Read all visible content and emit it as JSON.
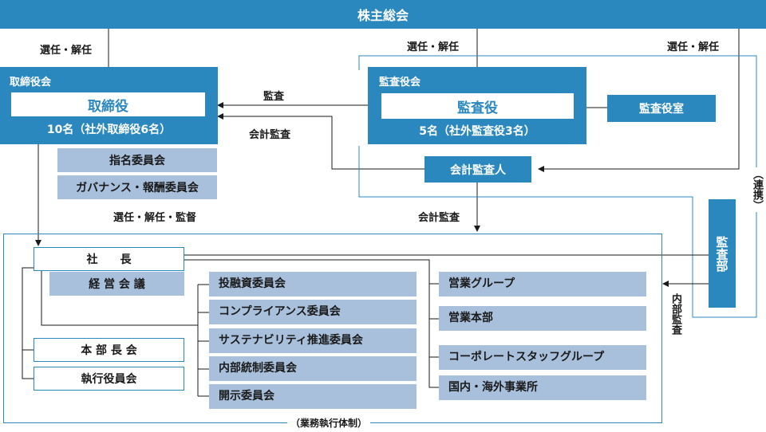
{
  "shareholders": "株主総会",
  "board": {
    "group_label": "取締役会",
    "title": "取締役",
    "count": "10名（社外取締役6名）",
    "committees": [
      "指名委員会",
      "ガバナンス・報酬委員会"
    ]
  },
  "auditors": {
    "group_label": "監査役会",
    "title": "監査役",
    "count": "5名（社外監査役3名）",
    "office": "監査役室"
  },
  "accounting_auditor": "会計監査人",
  "audit_dept": "監査部",
  "edge_labels": {
    "elect_dismiss_board": "選任・解任",
    "elect_dismiss_auditors": "選任・解任",
    "elect_dismiss_accountant": "選任・解任",
    "audit": "監査",
    "accounting_audit_board": "会計監査",
    "elect_dismiss_supervise": "選任・解任・監督",
    "accounting_audit_exec": "会計監査",
    "internal_audit": "内部監査",
    "coordination": "（連携）"
  },
  "execution": {
    "president": "社　　長",
    "management_meeting": "経 営 会 議",
    "gm_meeting": "本 部 長 会",
    "officers_meeting": "執行役員会",
    "committees": [
      "投融資委員会",
      "コンプライアンス委員会",
      "サステナビリティ推進委員会",
      "内部統制委員会",
      "開示委員会"
    ],
    "groups": [
      "営業グループ",
      "営業本部",
      "コーポレートスタッフグループ",
      "国内・海外事業所"
    ],
    "frame_caption": "（業務執行体制）"
  }
}
